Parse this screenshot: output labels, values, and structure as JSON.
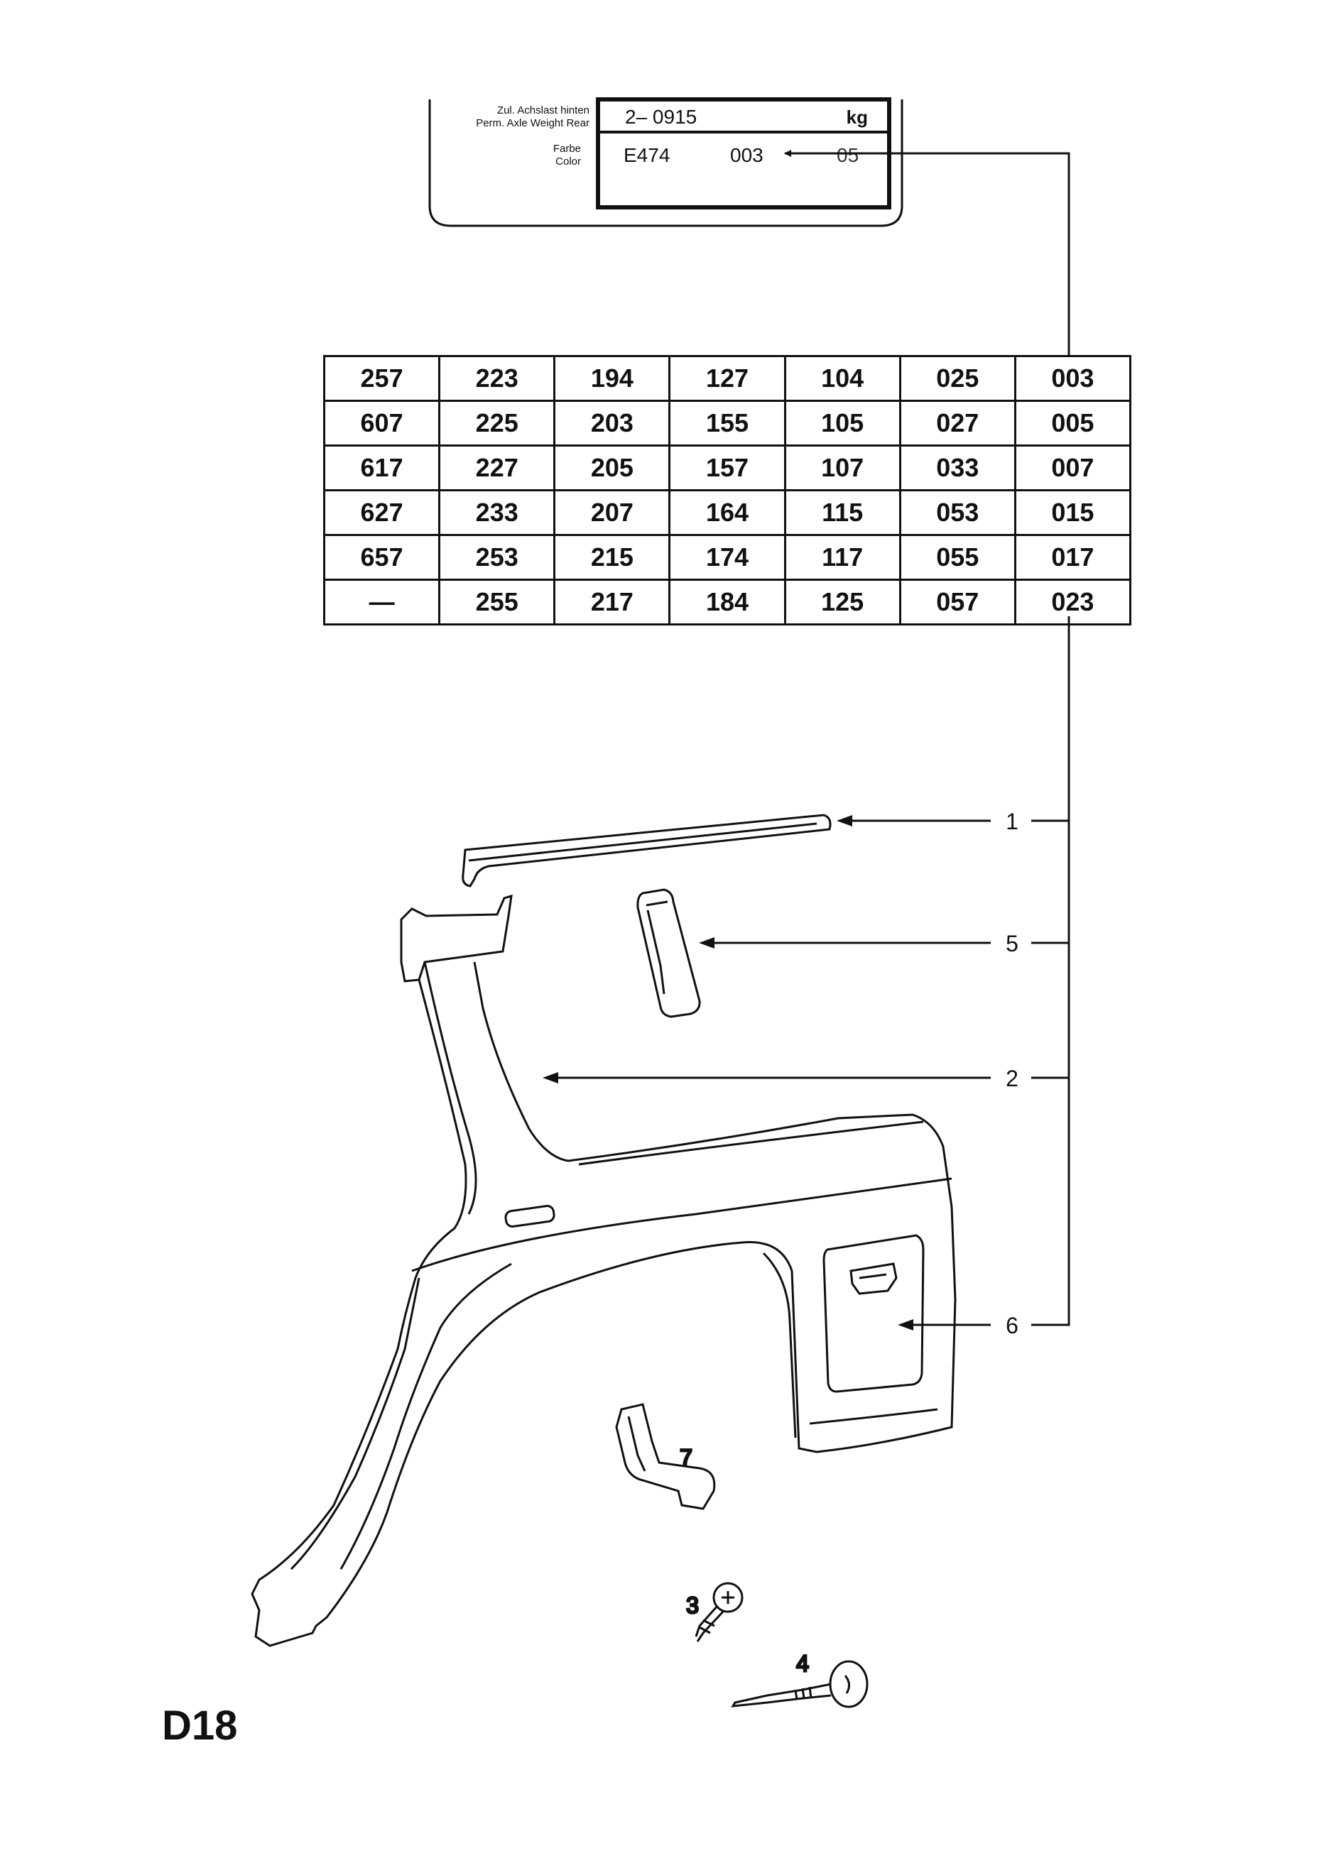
{
  "plate": {
    "axle_label_de": "Zul. Achslast hinten",
    "axle_label_en": "Perm. Axle Weight Rear",
    "axle_value": "2– 0915",
    "axle_unit": "kg",
    "color_label_de": "Farbe",
    "color_label_en": "Color",
    "color_code": "E474",
    "color_number": "003",
    "color_trailing": "05"
  },
  "code_table": {
    "rows": [
      [
        "257",
        "223",
        "194",
        "127",
        "104",
        "025",
        "003"
      ],
      [
        "607",
        "225",
        "203",
        "155",
        "105",
        "027",
        "005"
      ],
      [
        "617",
        "227",
        "205",
        "157",
        "107",
        "033",
        "007"
      ],
      [
        "627",
        "233",
        "207",
        "164",
        "115",
        "053",
        "015"
      ],
      [
        "657",
        "253",
        "215",
        "174",
        "117",
        "055",
        "017"
      ],
      [
        "—",
        "255",
        "217",
        "184",
        "125",
        "057",
        "023"
      ]
    ]
  },
  "callouts": {
    "c1": "1",
    "c5": "5",
    "c2": "2",
    "c6": "6",
    "c7": "7",
    "c3": "3",
    "c4": "4"
  },
  "page_id": "D18"
}
